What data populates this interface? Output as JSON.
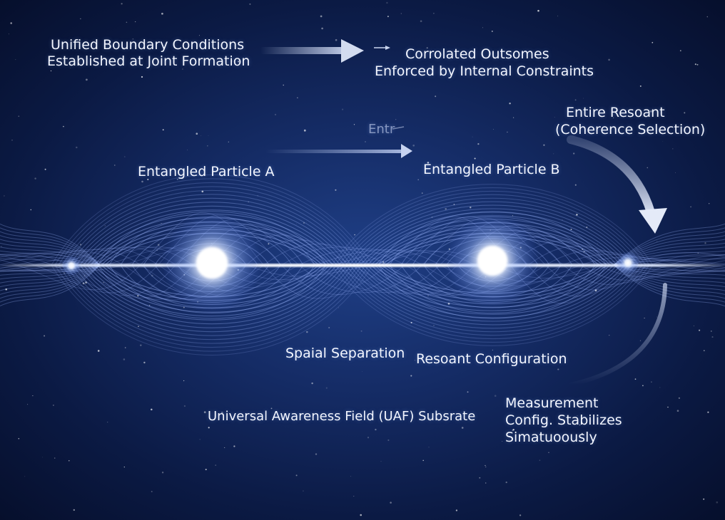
{
  "labels": {
    "unified_line1": "Unified Boundary Conditions",
    "unified_line2": "Established at Joint Formation",
    "correlated_line1": "Corrolated Outsomes",
    "correlated_line2": "Enforced by Internal Constraints",
    "entire_line1": "Entire Resoant",
    "entire_line2": "(Coherence Selection)",
    "entr_faint": "Entr",
    "particle_a": "Entangled Particle A",
    "particle_b": "Entangled Particle B",
    "spatial_sep": "Spaial Separation",
    "resonant_config": "Resoant Configuration",
    "uaf": "Universal Awareness Field (UAF) Subsrate",
    "measure_line1": "Measurement",
    "measure_line2": "Config. Stabilizes",
    "measure_line3": "Simatuoously"
  },
  "colors": {
    "background_center": "#1f3f86",
    "background_edge": "#060f2c",
    "wave": "#9fb8ff",
    "glow": "#ffffff",
    "arrow": "#c9d4ee"
  },
  "icons": {
    "arrow_top": "arrow-right-icon",
    "arrow_mid": "arrow-right-icon",
    "arrow_curved": "curved-arrow-down-icon"
  }
}
